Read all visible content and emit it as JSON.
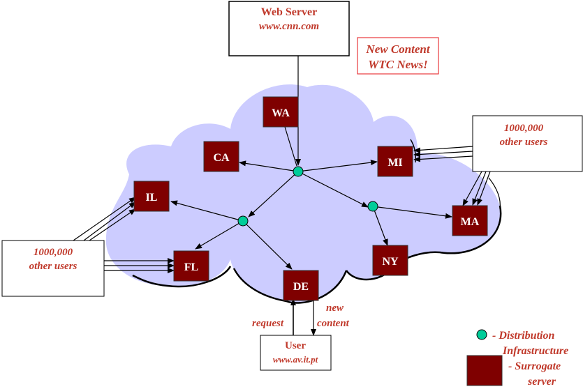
{
  "colors": {
    "cloud": "#ccccff",
    "surrogate": "#7f0000",
    "distribution_node": "#00cc99",
    "label_text": "#c0392b",
    "callout_border": "#e8383d"
  },
  "web_server": {
    "title": "Web Server",
    "url": "www.cnn.com"
  },
  "callout": {
    "line1": "New Content",
    "line2": "WTC News!"
  },
  "user_groups": {
    "right": {
      "count": "1000,000",
      "label": "other users"
    },
    "left": {
      "count": "1000,000",
      "label": "other users"
    }
  },
  "user": {
    "title": "User",
    "url": "www.av.it.pt"
  },
  "arrow_labels": {
    "request": "request",
    "new": "new",
    "content": "content"
  },
  "surrogates": {
    "WA": "WA",
    "CA": "CA",
    "MI": "MI",
    "IL": "IL",
    "FL": "FL",
    "DE": "DE",
    "NY": "NY",
    "MA": "MA"
  },
  "legend": {
    "distribution_line1": "-  Distribution",
    "distribution_line2": "Infrastructure",
    "surrogate_line1": "-  Surrogate",
    "surrogate_line2": "server"
  }
}
